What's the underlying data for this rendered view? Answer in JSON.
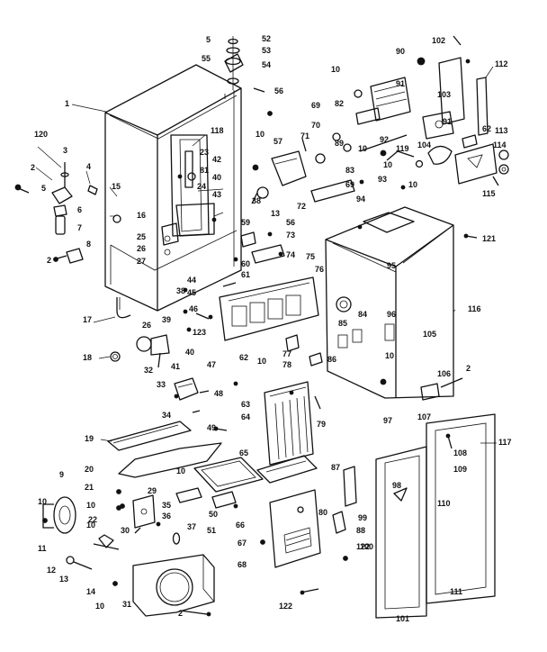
{
  "callouts": [
    {
      "id": "c1",
      "text": "1"
    },
    {
      "id": "c2a",
      "text": "2"
    },
    {
      "id": "c2b",
      "text": "2"
    },
    {
      "id": "c2c",
      "text": "2"
    },
    {
      "id": "c2d",
      "text": "2"
    },
    {
      "id": "c3",
      "text": "3"
    },
    {
      "id": "c4",
      "text": "4"
    },
    {
      "id": "c5",
      "text": "5"
    },
    {
      "id": "c6",
      "text": "6"
    },
    {
      "id": "c7",
      "text": "7"
    },
    {
      "id": "c8",
      "text": "8"
    },
    {
      "id": "c9",
      "text": "9"
    },
    {
      "id": "c10a",
      "text": "10"
    },
    {
      "id": "c10b",
      "text": "10"
    },
    {
      "id": "c10c",
      "text": "10"
    },
    {
      "id": "c10d",
      "text": "10"
    },
    {
      "id": "c10e",
      "text": "10"
    },
    {
      "id": "c10f",
      "text": "10"
    },
    {
      "id": "c10g",
      "text": "10"
    },
    {
      "id": "c10h",
      "text": "10"
    },
    {
      "id": "c10i",
      "text": "10"
    },
    {
      "id": "c10j",
      "text": "10"
    },
    {
      "id": "c10k",
      "text": "10"
    },
    {
      "id": "c10l",
      "text": "10"
    },
    {
      "id": "c11",
      "text": "11"
    },
    {
      "id": "c12",
      "text": "12"
    },
    {
      "id": "c13",
      "text": "13"
    },
    {
      "id": "c14",
      "text": "14"
    },
    {
      "id": "c15",
      "text": "15"
    },
    {
      "id": "c16",
      "text": "16"
    },
    {
      "id": "c17",
      "text": "17"
    },
    {
      "id": "c18",
      "text": "18"
    },
    {
      "id": "c19",
      "text": "19"
    },
    {
      "id": "c20",
      "text": "20"
    },
    {
      "id": "c21",
      "text": "21"
    },
    {
      "id": "c22",
      "text": "22"
    },
    {
      "id": "c23",
      "text": "23"
    },
    {
      "id": "c24",
      "text": "24"
    },
    {
      "id": "c25",
      "text": "25"
    },
    {
      "id": "c26a",
      "text": "26"
    },
    {
      "id": "c26b",
      "text": "26"
    },
    {
      "id": "c27",
      "text": "27"
    },
    {
      "id": "c29",
      "text": "29"
    },
    {
      "id": "c30",
      "text": "30"
    },
    {
      "id": "c31",
      "text": "31"
    },
    {
      "id": "c32",
      "text": "32"
    },
    {
      "id": "c33",
      "text": "33"
    },
    {
      "id": "c34",
      "text": "34"
    },
    {
      "id": "c35",
      "text": "35"
    },
    {
      "id": "c36",
      "text": "36"
    },
    {
      "id": "c37",
      "text": "37"
    },
    {
      "id": "c38a",
      "text": "38"
    },
    {
      "id": "c38b",
      "text": "38"
    },
    {
      "id": "c39",
      "text": "39"
    },
    {
      "id": "c40a",
      "text": "40"
    },
    {
      "id": "c40b",
      "text": "40"
    },
    {
      "id": "c41",
      "text": "41"
    },
    {
      "id": "c42",
      "text": "42"
    },
    {
      "id": "c43",
      "text": "43"
    },
    {
      "id": "c44",
      "text": "44"
    },
    {
      "id": "c45",
      "text": "45"
    },
    {
      "id": "c46",
      "text": "46"
    },
    {
      "id": "c47",
      "text": "47"
    },
    {
      "id": "c48",
      "text": "48"
    },
    {
      "id": "c49",
      "text": "49"
    },
    {
      "id": "c50",
      "text": "50"
    },
    {
      "id": "c51",
      "text": "51"
    },
    {
      "id": "c52",
      "text": "52"
    },
    {
      "id": "c53",
      "text": "53"
    },
    {
      "id": "c54",
      "text": "54"
    },
    {
      "id": "c55",
      "text": "55"
    },
    {
      "id": "c56a",
      "text": "56"
    },
    {
      "id": "c56b",
      "text": "56"
    },
    {
      "id": "c57",
      "text": "57"
    },
    {
      "id": "c59",
      "text": "59"
    },
    {
      "id": "c60",
      "text": "60"
    },
    {
      "id": "c61",
      "text": "61"
    },
    {
      "id": "c62a",
      "text": "62"
    },
    {
      "id": "c62b",
      "text": "62"
    },
    {
      "id": "c63",
      "text": "63"
    },
    {
      "id": "c64",
      "text": "64"
    },
    {
      "id": "c65",
      "text": "65"
    },
    {
      "id": "c66",
      "text": "66"
    },
    {
      "id": "c67",
      "text": "67"
    },
    {
      "id": "c68",
      "text": "68"
    },
    {
      "id": "c69a",
      "text": "69"
    },
    {
      "id": "c69b",
      "text": "69"
    },
    {
      "id": "c70",
      "text": "70"
    },
    {
      "id": "c71",
      "text": "71"
    },
    {
      "id": "c72",
      "text": "72"
    },
    {
      "id": "c73",
      "text": "73"
    },
    {
      "id": "c74",
      "text": "74"
    },
    {
      "id": "c75",
      "text": "75"
    },
    {
      "id": "c76",
      "text": "76"
    },
    {
      "id": "c77",
      "text": "77"
    },
    {
      "id": "c78",
      "text": "78"
    },
    {
      "id": "c79",
      "text": "79"
    },
    {
      "id": "c80",
      "text": "80"
    },
    {
      "id": "c81",
      "text": "81"
    },
    {
      "id": "c82",
      "text": "82"
    },
    {
      "id": "c83",
      "text": "83"
    },
    {
      "id": "c84",
      "text": "84"
    },
    {
      "id": "c85",
      "text": "85"
    },
    {
      "id": "c86",
      "text": "86"
    },
    {
      "id": "c87",
      "text": "87"
    },
    {
      "id": "c88",
      "text": "88"
    },
    {
      "id": "c89",
      "text": "89"
    },
    {
      "id": "c90",
      "text": "90"
    },
    {
      "id": "c91a",
      "text": "91"
    },
    {
      "id": "c91b",
      "text": "91"
    },
    {
      "id": "c92",
      "text": "92"
    },
    {
      "id": "c93",
      "text": "93"
    },
    {
      "id": "c94",
      "text": "94"
    },
    {
      "id": "c95",
      "text": "95"
    },
    {
      "id": "c96",
      "text": "96"
    },
    {
      "id": "c97",
      "text": "97"
    },
    {
      "id": "c98",
      "text": "98"
    },
    {
      "id": "c99",
      "text": "99"
    },
    {
      "id": "c100",
      "text": "100"
    },
    {
      "id": "c101",
      "text": "101"
    },
    {
      "id": "c102",
      "text": "102"
    },
    {
      "id": "c103",
      "text": "103"
    },
    {
      "id": "c104",
      "text": "104"
    },
    {
      "id": "c105",
      "text": "105"
    },
    {
      "id": "c106",
      "text": "106"
    },
    {
      "id": "c107",
      "text": "107"
    },
    {
      "id": "c108",
      "text": "108"
    },
    {
      "id": "c109",
      "text": "109"
    },
    {
      "id": "c110",
      "text": "110"
    },
    {
      "id": "c111",
      "text": "111"
    },
    {
      "id": "c112",
      "text": "112"
    },
    {
      "id": "c113",
      "text": "113"
    },
    {
      "id": "c114",
      "text": "114"
    },
    {
      "id": "c115",
      "text": "115"
    },
    {
      "id": "c116",
      "text": "116"
    },
    {
      "id": "c117",
      "text": "117"
    },
    {
      "id": "c118",
      "text": "118"
    },
    {
      "id": "c119",
      "text": "119"
    },
    {
      "id": "c120",
      "text": "120"
    },
    {
      "id": "c121",
      "text": "121"
    },
    {
      "id": "c122a",
      "text": "122"
    },
    {
      "id": "c122b",
      "text": "122"
    },
    {
      "id": "c123",
      "text": "123"
    },
    {
      "id": "c_5top",
      "text": "5"
    }
  ]
}
